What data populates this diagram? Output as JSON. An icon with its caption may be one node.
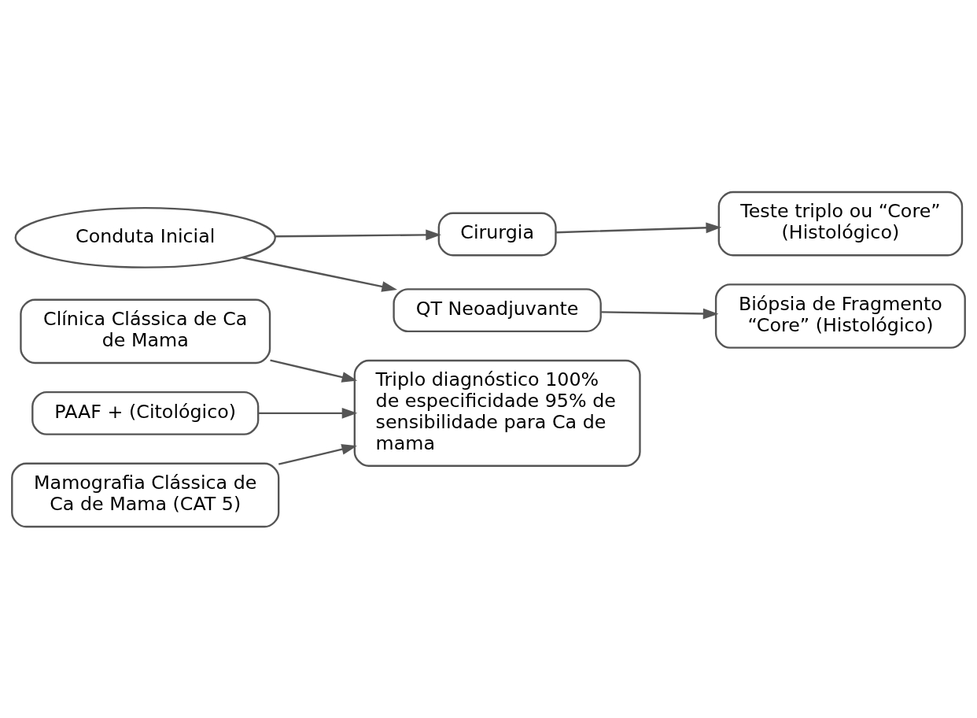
{
  "diagram": {
    "nodes": [
      {
        "text": [
          "Clínica Clássica de Ca de Mama"
        ]
      },
      {
        "text": [
          "PAAF + (Citológico)"
        ]
      },
      {
        "text": [
          "Mamografia Clássica de Ca de Mama (CAT 5)"
        ]
      },
      {
        "text": [
          "Triplo diagnóstico 100% de especificidade 95% de sensibilidade para Ca de mama"
        ]
      },
      {
        "text": [
          "Conduta Inicial"
        ]
      },
      {
        "text": [
          "Cirurgia"
        ]
      },
      {
        "text": [
          "QT Neoadjuvante"
        ]
      },
      {
        "text": [
          "Teste triplo ou “Core” (Histológico)"
        ]
      },
      {
        "text": [
          "Biópsia de Fragmento “Core” (Histológico)"
        ]
      }
    ],
    "edges": [
      {
        "from": 0,
        "to": 3,
        "arrow": "to"
      },
      {
        "from": 1,
        "to": 3,
        "arrow": "to"
      },
      {
        "from": 2,
        "to": 3,
        "arrow": "to"
      },
      {
        "from": 4,
        "to": 5,
        "arrow": "to"
      },
      {
        "from": 4,
        "to": 6,
        "arrow": "to"
      },
      {
        "from": 5,
        "to": 7,
        "arrow": "to"
      },
      {
        "from": 6,
        "to": 8,
        "arrow": "to"
      }
    ]
  }
}
